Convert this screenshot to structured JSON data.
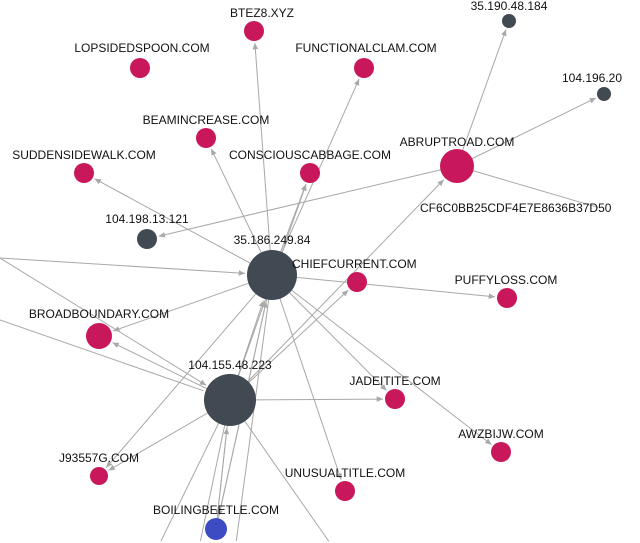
{
  "colors": {
    "domain": "#c8175a",
    "ip": "#414a53",
    "selected": "#3e4cc4",
    "edge": "#a8a8a8"
  },
  "nodes": [
    {
      "id": "ip1",
      "label": "35.186.249.84",
      "kind": "ip"
    },
    {
      "id": "ip2",
      "label": "104.155.48.223",
      "kind": "ip"
    },
    {
      "id": "ip3",
      "label": "104.198.13.121",
      "kind": "ip"
    },
    {
      "id": "ip4",
      "label": "35.190.48.184",
      "kind": "ip"
    },
    {
      "id": "ip5",
      "label": "104.196.20",
      "kind": "ip"
    },
    {
      "id": "d1",
      "label": "BTEZ8.XYZ",
      "kind": "domain"
    },
    {
      "id": "d2",
      "label": "LOPSIDEDSPOON.COM",
      "kind": "domain"
    },
    {
      "id": "d3",
      "label": "FUNCTIONALCLAM.COM",
      "kind": "domain"
    },
    {
      "id": "d4",
      "label": "BEAMINCREASE.COM",
      "kind": "domain"
    },
    {
      "id": "d5",
      "label": "SUDDENSIDEWALK.COM",
      "kind": "domain"
    },
    {
      "id": "d6",
      "label": "CONSCIOUSCABBAGE.COM",
      "kind": "domain"
    },
    {
      "id": "d7",
      "label": "ABRUPTROAD.COM",
      "kind": "domain"
    },
    {
      "id": "d8",
      "label": "CHIEFCURRENT.COM",
      "kind": "domain"
    },
    {
      "id": "d9",
      "label": "PUFFYLOSS.COM",
      "kind": "domain"
    },
    {
      "id": "d10",
      "label": "BROADBOUNDARY.COM",
      "kind": "domain"
    },
    {
      "id": "d11",
      "label": "JADEITITE.COM",
      "kind": "domain"
    },
    {
      "id": "d12",
      "label": "AWZBIJW.COM",
      "kind": "domain"
    },
    {
      "id": "d13",
      "label": "J93557G.COM",
      "kind": "domain"
    },
    {
      "id": "d14",
      "label": "UNUSUALTITLE.COM",
      "kind": "domain"
    },
    {
      "id": "d15",
      "label": "BOILINGBEETLE.COM",
      "kind": "selected"
    },
    {
      "id": "h1",
      "label": "CF6C0BB25CDF4E7E8636B37D50",
      "kind": "text"
    }
  ],
  "edges": [
    {
      "from": "ip1",
      "to": "d1"
    },
    {
      "from": "ip1",
      "to": "d4"
    },
    {
      "from": "ip1",
      "to": "d5"
    },
    {
      "from": "ip1",
      "to": "d3"
    },
    {
      "from": "ip1",
      "to": "d6"
    },
    {
      "from": "ip1",
      "to": "d9"
    },
    {
      "from": "ip1",
      "to": "d10"
    },
    {
      "from": "ip1",
      "to": "d11"
    },
    {
      "from": "ip1",
      "to": "d12"
    },
    {
      "from": "ip1",
      "to": "d14"
    },
    {
      "from": "ip1",
      "to": "d13"
    },
    {
      "from": "ip1",
      "to": "d15"
    },
    {
      "from": "ip2",
      "to": "d6"
    },
    {
      "from": "ip2",
      "to": "d7"
    },
    {
      "from": "ip2",
      "to": "d8"
    },
    {
      "from": "ip2",
      "to": "d10"
    },
    {
      "from": "ip2",
      "to": "d11"
    },
    {
      "from": "ip2",
      "to": "d13"
    },
    {
      "from": "ip2",
      "to": "d15"
    },
    {
      "from": "ip2",
      "to": "ip1"
    },
    {
      "from": "d7",
      "to": "ip4"
    },
    {
      "from": "d7",
      "to": "ip5"
    },
    {
      "from": "d7",
      "to": "ip3"
    },
    {
      "from": "d7",
      "to": "h1"
    },
    {
      "from": "d15",
      "to": "ip1"
    },
    {
      "from": "d15",
      "to": "ip2"
    },
    {
      "from": "x1",
      "to": "ip1"
    },
    {
      "from": "x1",
      "to": "ip2"
    }
  ]
}
